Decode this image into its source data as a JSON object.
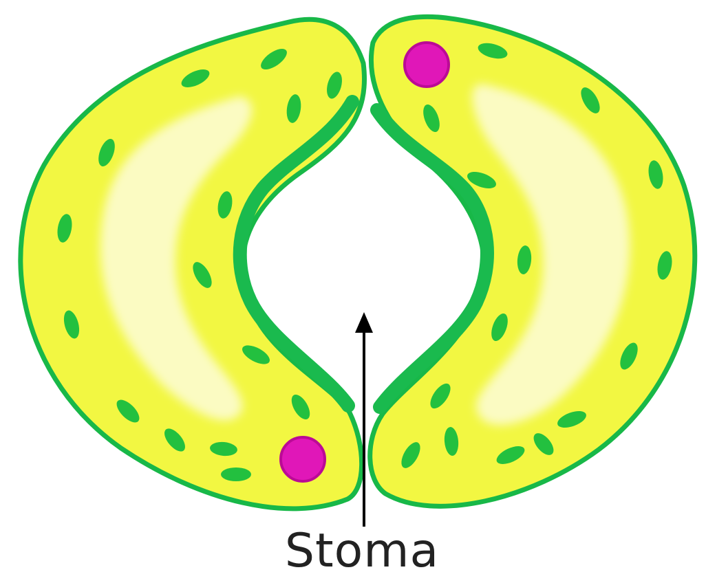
{
  "labels": {
    "stoma": "Stoma"
  },
  "colors": {
    "background": "#ffffff",
    "cell_wall": "#18b848",
    "inner_wall": "#1aba4e",
    "cytoplasm": "#f2f742",
    "vacuole": "#fbfbc2",
    "chloroplast": "#23c03f",
    "nucleus": "#e017b8",
    "nucleus_edge": "#bb0a96",
    "arrow": "#000000",
    "label_text": "#222222"
  },
  "parts": {
    "guard_cells": 2,
    "nuclei": 2,
    "chloroplasts_per_cell": 15
  }
}
